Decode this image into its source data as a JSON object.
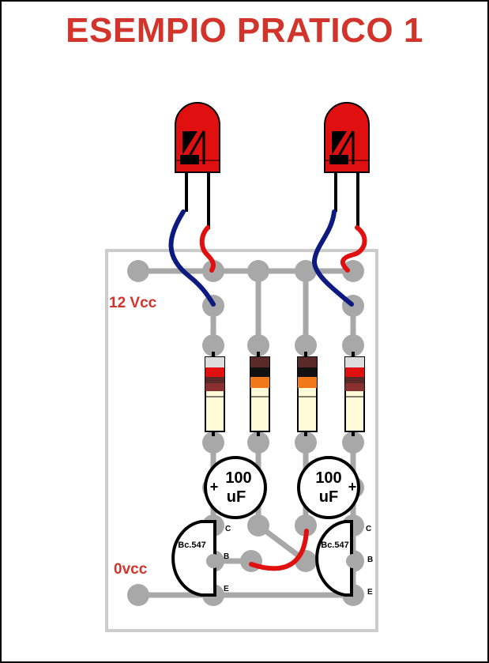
{
  "title": "ESEMPIO PRATICO 1",
  "labels": {
    "vcc": "12 Vcc",
    "gnd": "0vcc",
    "capacitor_value": "100",
    "capacitor_unit": "uF",
    "capacitor_polarity": "+",
    "transistor_part": "Bc.547",
    "pin_c": "C",
    "pin_b": "B",
    "pin_e": "E"
  },
  "components": {
    "leds": 2,
    "resistors": 4,
    "capacitors": 2,
    "transistors": 2
  },
  "colors": {
    "title": "#d2342c",
    "label_red": "#d2342c",
    "led_red": "#e01010",
    "wire_blue": "#0d1a80",
    "wire_red": "#e01010",
    "track_gray": "#a8a8a8",
    "board_border": "#cccccc",
    "resistor_body": "#fffbd8"
  }
}
